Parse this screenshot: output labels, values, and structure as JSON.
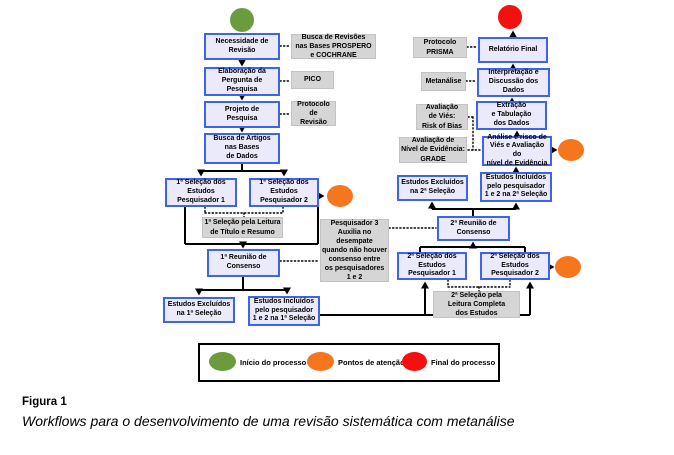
{
  "colors": {
    "process_border": "#3E64ED",
    "process_fill": "#EAEAFB",
    "annotation_fill": "#D5D5D5",
    "start_green": "#6A9C3E",
    "attention_orange": "#F5761D",
    "end_red": "#F50F0F"
  },
  "flowchart": {
    "nodes": {
      "necessidade": {
        "label": "Necessidade de\nRevisão"
      },
      "busca_revisoes": {
        "label": "Busca de Revisões\nnas Bases PROSPERO\ne COCHRANE"
      },
      "elaboracao": {
        "label": "Elaboração da\nPergunta de\nPesquisa"
      },
      "pico": {
        "label": "PICO"
      },
      "projeto": {
        "label": "Projeto de\nPesquisa"
      },
      "protocolo_revisao": {
        "label": "Protocolo\nde\nRevisão"
      },
      "busca_artigos": {
        "label": "Busca de Artigos\nnas Bases\nde Dados"
      },
      "selecao1_p1": {
        "label": "1ª Seleção dos\nEstudos\nPesquisador 1"
      },
      "selecao1_p2": {
        "label": "1ª Seleção dos\nEstudos\nPesquisador 2"
      },
      "leitura_titulo": {
        "label": "1ª Seleção pela Leitura\nde Título e Resumo"
      },
      "reuniao1": {
        "label": "1ª Reunião de\nConsenso"
      },
      "excluidos1": {
        "label": "Estudos Excluídos\nna 1ª Seleção"
      },
      "incluidos1": {
        "label": "Estudos Incluídos\npelo pesquisador\n1 e 2 na 1ª Seleção"
      },
      "pesquisador3": {
        "label": "Pesquisador 3\nAuxilia no\ndesempate\nquando não houver\nconsenso entre\nos pesquisadores\n1 e 2"
      },
      "selecao2_p1": {
        "label": "2ª Seleção dos\nEstudos\nPesquisador 1"
      },
      "selecao2_p2": {
        "label": "2ª Seleção dos\nEstudos\nPesquisador 2"
      },
      "leitura_completa": {
        "label": "2ª Seleção pela\nLeitura Completa\ndos Estudos"
      },
      "reuniao2": {
        "label": "2ª Reunião de\nConsenso"
      },
      "excluidos2": {
        "label": "Estudos Excluídos\nna 2ª Seleção"
      },
      "incluidos2": {
        "label": "Estudos Incluídos\npelo pesquisador\n1 e 2 na 2ª Seleção"
      },
      "grade": {
        "label": "Avaliação de\nNível de Evidência:\nGRADE"
      },
      "analise_vies": {
        "label": "Análise e risco de\nViés e Avaliação do\nnível de Evidência"
      },
      "risk_of_bias": {
        "label": "Avaliação\nde Viés:\nRisk of Bias"
      },
      "extracao": {
        "label": "Extração\ne Tabulação\ndos Dados"
      },
      "metanalise": {
        "label": "Metanálise"
      },
      "interpretacao": {
        "label": "Interpretação e\nDiscussão dos\nDados"
      },
      "prisma": {
        "label": "Protocolo\nPRISMA"
      },
      "relatorio": {
        "label": "Relatório Final"
      }
    },
    "legend": {
      "start_label": "Início do processo",
      "attention_label": "Pontos de atenção",
      "end_label": "Final do processo"
    }
  },
  "caption": {
    "figure_label": "Figura 1",
    "figure_title": "Workflows para o desenvolvimento de uma revisão sistemática com metanálise"
  }
}
